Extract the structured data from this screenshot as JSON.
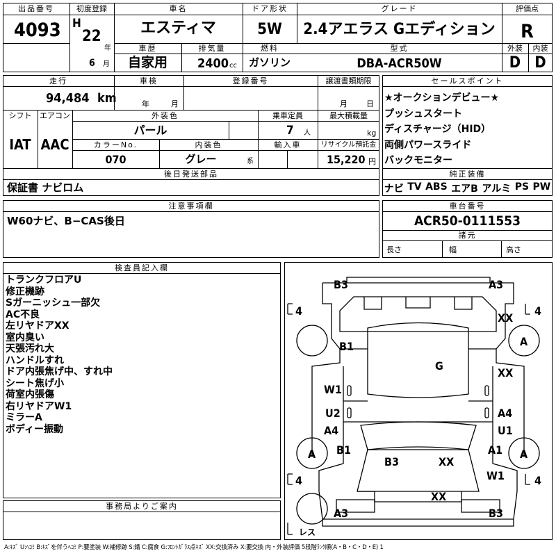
{
  "header": {
    "lot_label": "出品番号",
    "lot": "4093",
    "first_reg_label": "初度登録",
    "era": "H",
    "year": "22",
    "year_unit": "年",
    "month": "6",
    "month_unit": "月",
    "name_label": "車名",
    "name": "エスティマ",
    "door_label": "ドア形状",
    "door": "5W",
    "grade_label": "グレード",
    "grade": "2.4アエラス Gエディション",
    "score_label": "評価点",
    "score": "R",
    "history_label": "車歴",
    "history": "自家用",
    "displacement_label": "排気量",
    "displacement": "2400",
    "cc": "cc",
    "fuel_label": "燃料",
    "fuel": "ガソリン",
    "model_label": "型式",
    "model": "DBA-ACR50W",
    "ext_label": "外装",
    "ext": "D",
    "int_label": "内装",
    "int": "D"
  },
  "specs": {
    "mileage_label": "走行",
    "mileage": "94,484",
    "km": "km",
    "inspection_label": "車検",
    "year_unit": "年",
    "month_unit": "月",
    "reg_label": "登録番号",
    "transfer_label": "譲渡書類期限",
    "t_month": "月",
    "t_day": "日",
    "shift_label": "シフト",
    "ac_label": "エアコン",
    "shift": "IAT",
    "ac": "AAC",
    "color_label": "外装色",
    "color": "パール",
    "capacity_label": "乗車定員",
    "capacity": "7",
    "capacity_unit": "人",
    "load_label": "最大積載量",
    "kg": "kg",
    "color_no_label": "カラーNo.",
    "color_no": "070",
    "interior_label": "内装色",
    "interior": "グレー",
    "interior_unit": "系",
    "import_label": "輸入車",
    "recycle_label": "リサイクル預託金",
    "recycle": "15,220",
    "yen": "円",
    "later_label": "後日発送部品",
    "later": "保証書 ナビロム"
  },
  "sales": {
    "label": "セールスポイント",
    "items": [
      "★オークションデビュー★",
      "プッシュスタート",
      "ディスチャージ（HID）",
      "両側パワースライド",
      "バックモニター"
    ],
    "equip_label": "純正装備",
    "equip": [
      "ナビ",
      "TV",
      "ABS",
      "エアB",
      "アルミ",
      "PS",
      "PW"
    ]
  },
  "notes": {
    "label": "注意事項欄",
    "text": "W60ナビ、B−CAS後日",
    "chassis_label": "車台番号",
    "chassis": "ACR50-0111553",
    "dims_label": "諸元",
    "length": "長さ",
    "width": "幅",
    "height": "高さ"
  },
  "inspector": {
    "label": "検査員記入欄",
    "items": [
      "トランクフロアU",
      "修正機跡",
      "Sガーニッシュ一部欠",
      "AC不良",
      "左リヤドアXX",
      "室内臭い",
      "天張汚れ大",
      "ハンドルすれ",
      "ドア内張焦げ中、すれ中",
      "シート焦げ小",
      "荷室内張傷",
      "右リヤドアW1",
      "ミラーA",
      "ボディー振動"
    ]
  },
  "office": {
    "label": "事務局よりご案内"
  },
  "diagram": {
    "marks": {
      "rr_l": "B3",
      "rr_r": "A3",
      "q_r": "XX",
      "wh_rr": "A",
      "b_l": "B1",
      "roof": "G",
      "rd_r": "XX",
      "rd_l": "W1",
      "fd_l1": "U2",
      "fd_l2": "A4",
      "fd_r1": "A4",
      "fd_r2": "U1",
      "wh_fl": "A",
      "wh_fr": "A",
      "f_l": "B1",
      "f_r": "A1",
      "hood_l": "B3",
      "hood_r": "XX",
      "fr_r": "W1",
      "bumper": "XX",
      "bf_l": "A3",
      "bf_r": "B3",
      "tire_rl": "4",
      "tire_rr": "4",
      "tire_fl": "4",
      "tire_fr": "4",
      "spare": "レス"
    }
  },
  "legend": "A:ｷｽﾞ U:ﾍｺﾐ B:ｷｽﾞを伴うﾍｺﾐ P:要塗装 W:補修跡 S:錆 C:腐食 G:ﾌﾛﾝﾄｶﾞﾗｽ点ｷｽﾞ XX:交換済み X:要交換 内・外装評価 5段階ﾗﾝｸ順(A・B・C・D・E) 1"
}
